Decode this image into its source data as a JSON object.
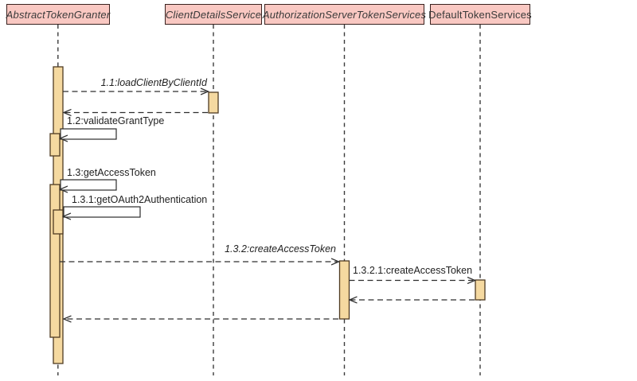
{
  "diagram": {
    "type": "uml-sequence-diagram",
    "participants": [
      {
        "name": "AbstractTokenGranter",
        "abstract": true
      },
      {
        "name": "ClientDetailsService",
        "abstract": true
      },
      {
        "name": "AuthorizationServerTokenServices",
        "abstract": true
      },
      {
        "name": "DefaultTokenServices",
        "abstract": false
      }
    ],
    "messages": [
      {
        "label": "1.1:loadClientByClientId",
        "from": "AbstractTokenGranter",
        "to": "ClientDetailsService",
        "kind": "call",
        "italic": true
      },
      {
        "label": "1.2:validateGrantType",
        "from": "AbstractTokenGranter",
        "to": "AbstractTokenGranter",
        "kind": "self-call",
        "italic": false
      },
      {
        "label": "1.3:getAccessToken",
        "from": "AbstractTokenGranter",
        "to": "AbstractTokenGranter",
        "kind": "self-call",
        "italic": false
      },
      {
        "label": "1.3.1:getOAuth2Authentication",
        "from": "AbstractTokenGranter",
        "to": "AbstractTokenGranter",
        "kind": "self-call",
        "italic": false
      },
      {
        "label": "1.3.2:createAccessToken",
        "from": "AbstractTokenGranter",
        "to": "AuthorizationServerTokenServices",
        "kind": "call",
        "italic": true
      },
      {
        "label": "1.3.2.1:createAccessToken",
        "from": "AuthorizationServerTokenServices",
        "to": "DefaultTokenServices",
        "kind": "call",
        "italic": false
      }
    ],
    "colors": {
      "background": "#ffffff",
      "participant_fill": "#f9c8c2",
      "participant_border": "#39221f",
      "activation_fill": "#f5d9a0",
      "activation_border": "#4f3b22",
      "line": "#383838",
      "text": "#1f1f1f"
    }
  }
}
